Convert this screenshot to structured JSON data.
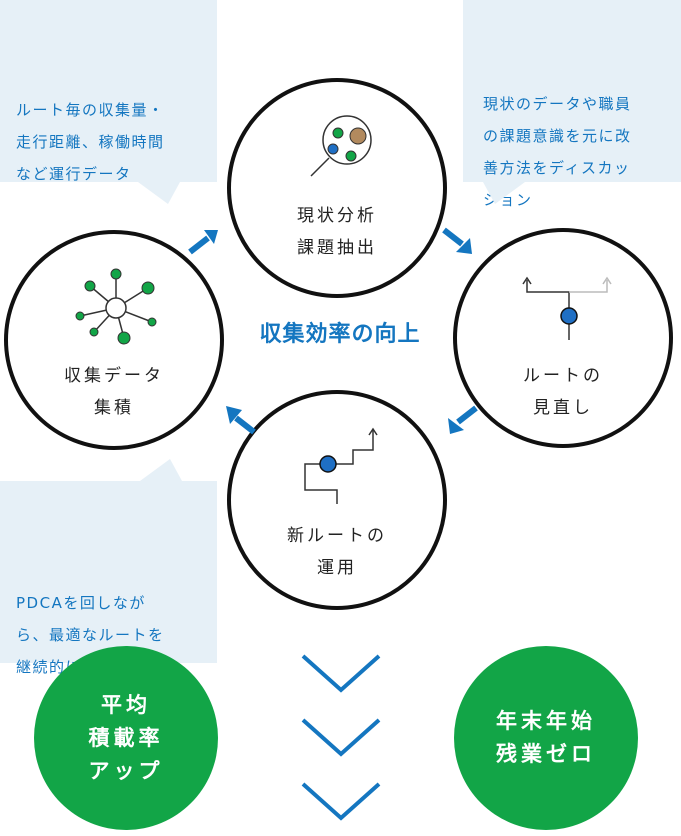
{
  "center_title": "収集効率の向上",
  "bubbles": {
    "top_left": "ルート毎の収集量・\n走行距離、稼働時間\nなど運行データ",
    "top_right": "現状のデータや職員\nの課題意識を元に改\n善方法をディスカッ\nション",
    "bottom_left": "PDCAを回しなが\nら、最適なルートを\n継続的に検討"
  },
  "cycle": {
    "analysis": "現状分析\n課題抽出",
    "route_review": "ルートの\n見直し",
    "new_route": "新ルートの\n運用",
    "data_collection": "収集データ\n集積"
  },
  "icons": {
    "analysis": "magnifier-dots-icon",
    "route_review": "route-branch-icon",
    "new_route": "route-path-icon",
    "data_collection": "network-hub-icon"
  },
  "results": {
    "left": "平均\n積載率\nアップ",
    "right": "年末年始\n残業ゼロ"
  },
  "colors": {
    "accent_blue": "#1476c0",
    "bubble_bg": "#e6f0f7",
    "green": "#12a547",
    "node_blue": "#1f6fc4",
    "node_brown": "#b28a5e"
  }
}
